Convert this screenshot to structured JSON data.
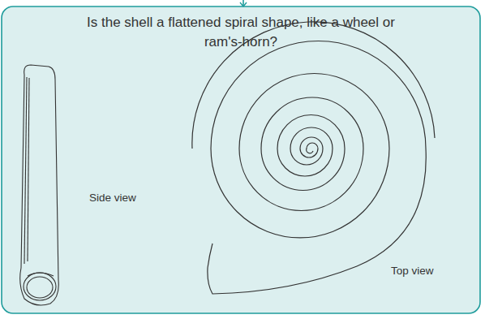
{
  "diagram": {
    "nodes": [
      {
        "text": [
          "Is the shell a flattened spiral shape, like a wheel or ram's-horn?"
        ]
      }
    ],
    "labels": [
      "Side view",
      "Top view"
    ]
  }
}
